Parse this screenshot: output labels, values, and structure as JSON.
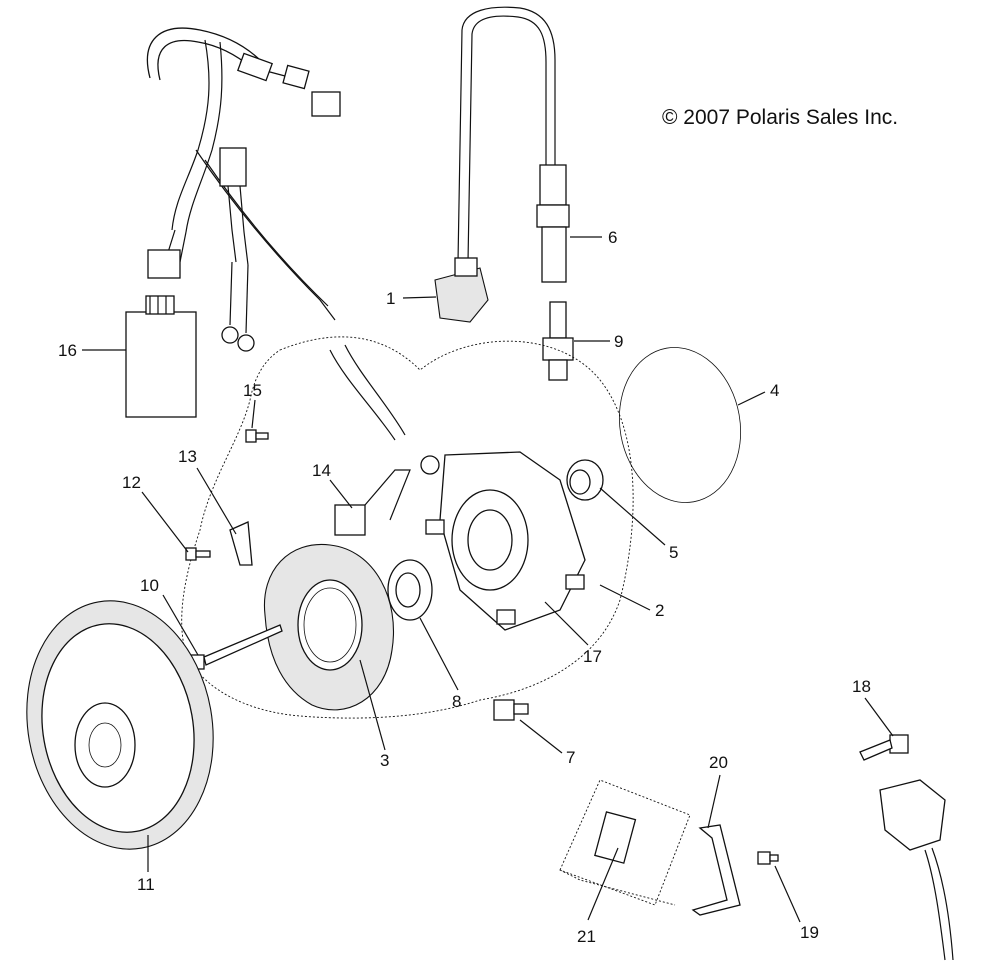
{
  "copyright": "© 2007 Polaris Sales Inc.",
  "callouts": [
    "1",
    "2",
    "3",
    "4",
    "5",
    "6",
    "7",
    "8",
    "9",
    "10",
    "11",
    "12",
    "13",
    "14",
    "15",
    "16",
    "17",
    "18",
    "19",
    "20",
    "21"
  ]
}
